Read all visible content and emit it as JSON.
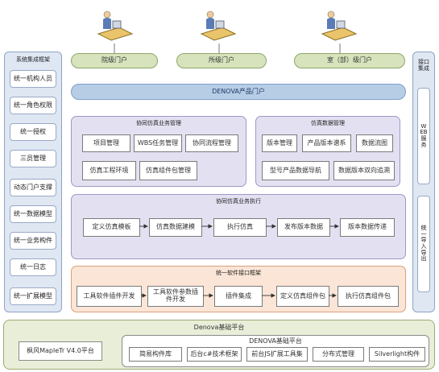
{
  "users": [
    "user-1",
    "user-2",
    "user-3"
  ],
  "portals": [
    "院级门户",
    "所级门户",
    "室（部）级门户"
  ],
  "product_portal": "DENOVA产品门户",
  "left_panel": {
    "title": "系统集成框架",
    "items": [
      "统一机构人员",
      "统一角色权限",
      "统一授权",
      "三员管理",
      "动态门户支撑",
      "统一数据模型",
      "统一业务构件",
      "统一日志",
      "统一扩展模型"
    ]
  },
  "right_panel": {
    "title": "接口集成",
    "items": [
      "WEB服务",
      "统一导入导出"
    ]
  },
  "collab_mgmt": {
    "title": "协同仿真业务管理",
    "row1": [
      "项目管理",
      "WBS任务管理",
      "协同流程管理"
    ],
    "row2": [
      "仿真工程环境",
      "仿真组件包管理"
    ]
  },
  "data_mgmt": {
    "title": "仿真数据管理",
    "row1": [
      "版本管理",
      "产品版本谱系",
      "数据流图"
    ],
    "row2": [
      "型号产品数据导航",
      "数据版本双向追溯"
    ]
  },
  "exec": {
    "title": "协同仿真业务执行",
    "items": [
      "定义仿真模板",
      "仿真数据建模",
      "执行仿真",
      "发布版本数据",
      "版本数据传递"
    ]
  },
  "interface": {
    "title": "统一软件接口框架",
    "items": [
      "工具软件插件开发",
      "工具软件参数插件开发",
      "插件集成",
      "定义仿真组件包",
      "执行仿真组件包"
    ]
  },
  "platform": {
    "title": "Denova基础平台",
    "maple": "枫风MapleTr V4.0平台",
    "inner_title": "DENOVA基础平台",
    "items": [
      "简易构件库",
      "后台c#技术框架",
      "前台JS扩展工具集",
      "分布式管理",
      "Silverlight构件"
    ]
  }
}
